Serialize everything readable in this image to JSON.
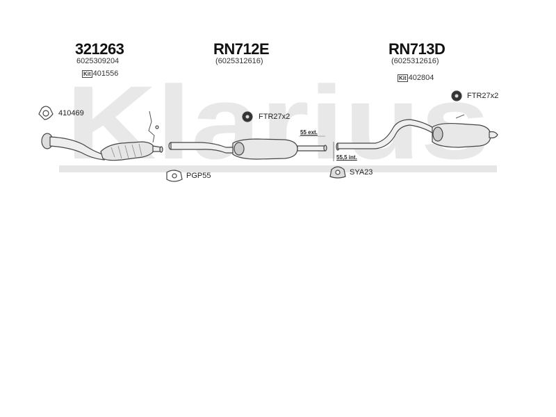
{
  "watermark": {
    "text": "Klarius"
  },
  "sections": [
    {
      "part_number": "321263",
      "oem": "6025309204",
      "kit_badge": "Kit",
      "kit_number": "401556"
    },
    {
      "part_number": "RN712E",
      "oem": "(6025312616)"
    },
    {
      "part_number": "RN713D",
      "oem": "(6025312616)",
      "kit_badge": "Kit",
      "kit_number": "402804"
    }
  ],
  "fittings": {
    "gasket_ring": "410469",
    "clamp_left": "FTR27x2",
    "clamp_right": "FTR27x2",
    "gasket_flange": "PGP55",
    "mount": "SYA23"
  },
  "dimensions": {
    "ext": "55 ext.",
    "int": "55,5 int."
  }
}
